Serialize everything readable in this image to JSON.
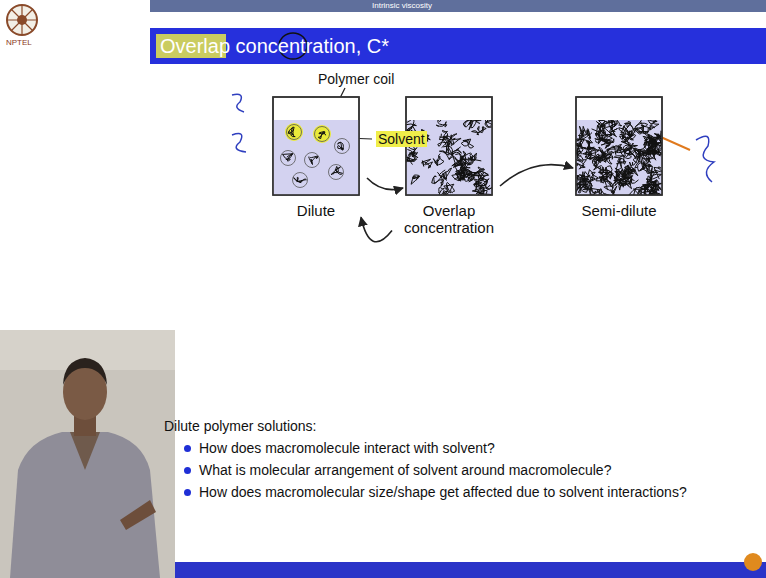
{
  "diagram": {
    "title": "Overlap concentration, C*",
    "nodes": [
      {
        "text": [
          "Dilute"
        ]
      },
      {
        "text": [
          "Overlap concentration"
        ]
      },
      {
        "text": [
          "Semi-dilute"
        ]
      }
    ],
    "edges": [
      {
        "from": 0,
        "to": 1,
        "arrow": "to"
      },
      {
        "from": 1,
        "to": 2,
        "arrow": "to"
      },
      {
        "from": 1,
        "to": 0,
        "arrow": "to"
      }
    ],
    "labels": [
      "Intrinsic viscosity",
      "NPTEL",
      "Polymer coil",
      "Solvent",
      "Dilute polymer solutions:",
      "How does macromolecule interact with solvent?",
      "What is molecular arrangement of solvent around macromolecule?",
      "How does macromolecular size/shape get affected due to solvent interactions?"
    ]
  }
}
